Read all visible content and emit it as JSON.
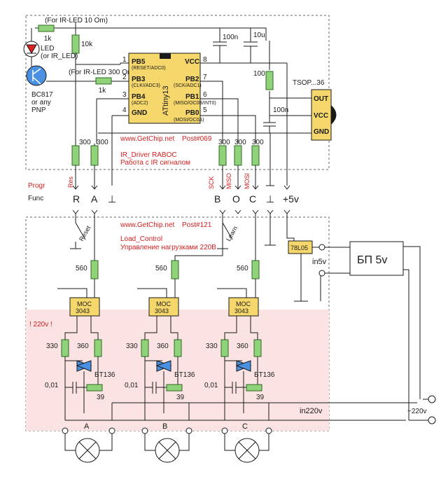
{
  "colors": {
    "resistor": "#8fd27a",
    "chip": "#f5d76b",
    "danger_zone": "#fbe3e3",
    "accent_red": "#d42020",
    "wire": "#1a1a1a"
  },
  "top_block": {
    "mcu_name": "ATtiny13",
    "mcu_pins_left": [
      {
        "num": "1",
        "name": "PB5",
        "alt": "(RESET/ADC0)"
      },
      {
        "num": "2",
        "name": "PB3",
        "alt": "(CLKI/ADC3)"
      },
      {
        "num": "3",
        "name": "PB4",
        "alt": "(ADC2)"
      },
      {
        "num": "4",
        "name": "GND",
        "alt": ""
      }
    ],
    "mcu_pins_right": [
      {
        "num": "8",
        "name": "VCC",
        "alt": ""
      },
      {
        "num": "7",
        "name": "PB2",
        "alt": "(SCK/ADC1)"
      },
      {
        "num": "6",
        "name": "PB1",
        "alt": "(MISO/OC0B/INT0)"
      },
      {
        "num": "5",
        "name": "PB0",
        "alt": "(MOSI/OC0A)"
      }
    ],
    "note_led_10": "(For IR-LED 10 Om)",
    "note_led_300": "(For IR-LED 300 Om)",
    "r_1k_top": "1k",
    "r_1k_base": "1k",
    "r_10k": "10k",
    "led_label_1": "LED",
    "led_label_2": "(or IR_LED)",
    "transistor_1": "BC817",
    "transistor_2": "or any",
    "transistor_3": "PNP",
    "cap_100n_top": "100n",
    "cap_10u": "10u",
    "r_100": "100",
    "cap_100n_mid": "100n",
    "tsop_label": "TSOP...36",
    "tsop_pins": [
      "OUT",
      "VCC",
      "GND"
    ],
    "r_300": [
      "300",
      "300",
      "300",
      "300",
      "300"
    ],
    "site": "www.GetChip.net",
    "post": "Post#069",
    "title_1": "IR_Driver RABOC",
    "title_2": "Работа с IR сигналом"
  },
  "connector": {
    "progr_label": "Progr",
    "func_label": "Func",
    "progr_pins": [
      "Res",
      "SCK",
      "MISO",
      "MOSI"
    ],
    "func_pins": [
      "R",
      "A",
      "⊥",
      "B",
      "O",
      "C",
      "⊥",
      "+5v"
    ]
  },
  "bottom_block": {
    "site": "www.GetChip.net",
    "post": "Post#121",
    "title_1": "Load_Control",
    "title_2": "Управление нагрузками 220В",
    "switch_reset": "Reset",
    "switch_learn": "Learn",
    "regulator": "78L05",
    "in5v": "in5v",
    "psu": "БП 5v",
    "in220v": "in220v",
    "ac220": "~220v",
    "danger": "! 220v !",
    "r_560": [
      "560",
      "560",
      "560"
    ],
    "moc": "MOC",
    "moc_num": "3043",
    "r_330": "330",
    "r_360": "360",
    "triac": "BT136",
    "cap_001": "0,01",
    "r_39": "39",
    "channels": [
      "A",
      "B",
      "C"
    ]
  }
}
